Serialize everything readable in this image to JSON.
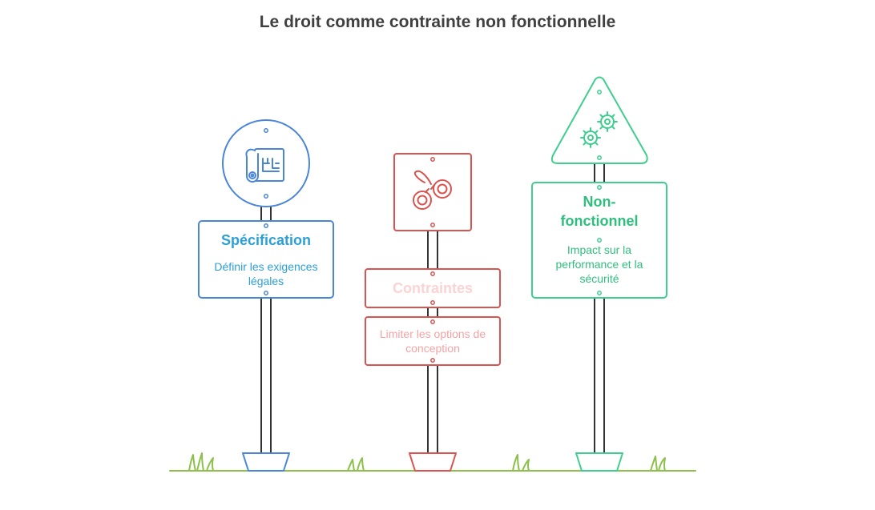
{
  "title": "Le droit comme contrainte non fonctionnelle",
  "colors": {
    "blue": "#4a86d8",
    "blue_text": "#2c9fd6",
    "red": "#d9534f",
    "red_text": "#f4a3a3",
    "red_title": "#fbd3d3",
    "green": "#3ecf8e",
    "green_text": "#2fbf7d",
    "grass": "#8cc04a",
    "pole": "#333333"
  },
  "signs": [
    {
      "title": "Spécification",
      "description": "Définir les exigences légales",
      "icon": "blueprint-icon"
    },
    {
      "title": "Contraintes",
      "description": "Limiter les options de conception",
      "icon": "handcuffs-icon"
    },
    {
      "title": "Non-fonctionnel",
      "description": "Impact sur la performance et la sécurité",
      "icon": "gears-icon"
    }
  ]
}
